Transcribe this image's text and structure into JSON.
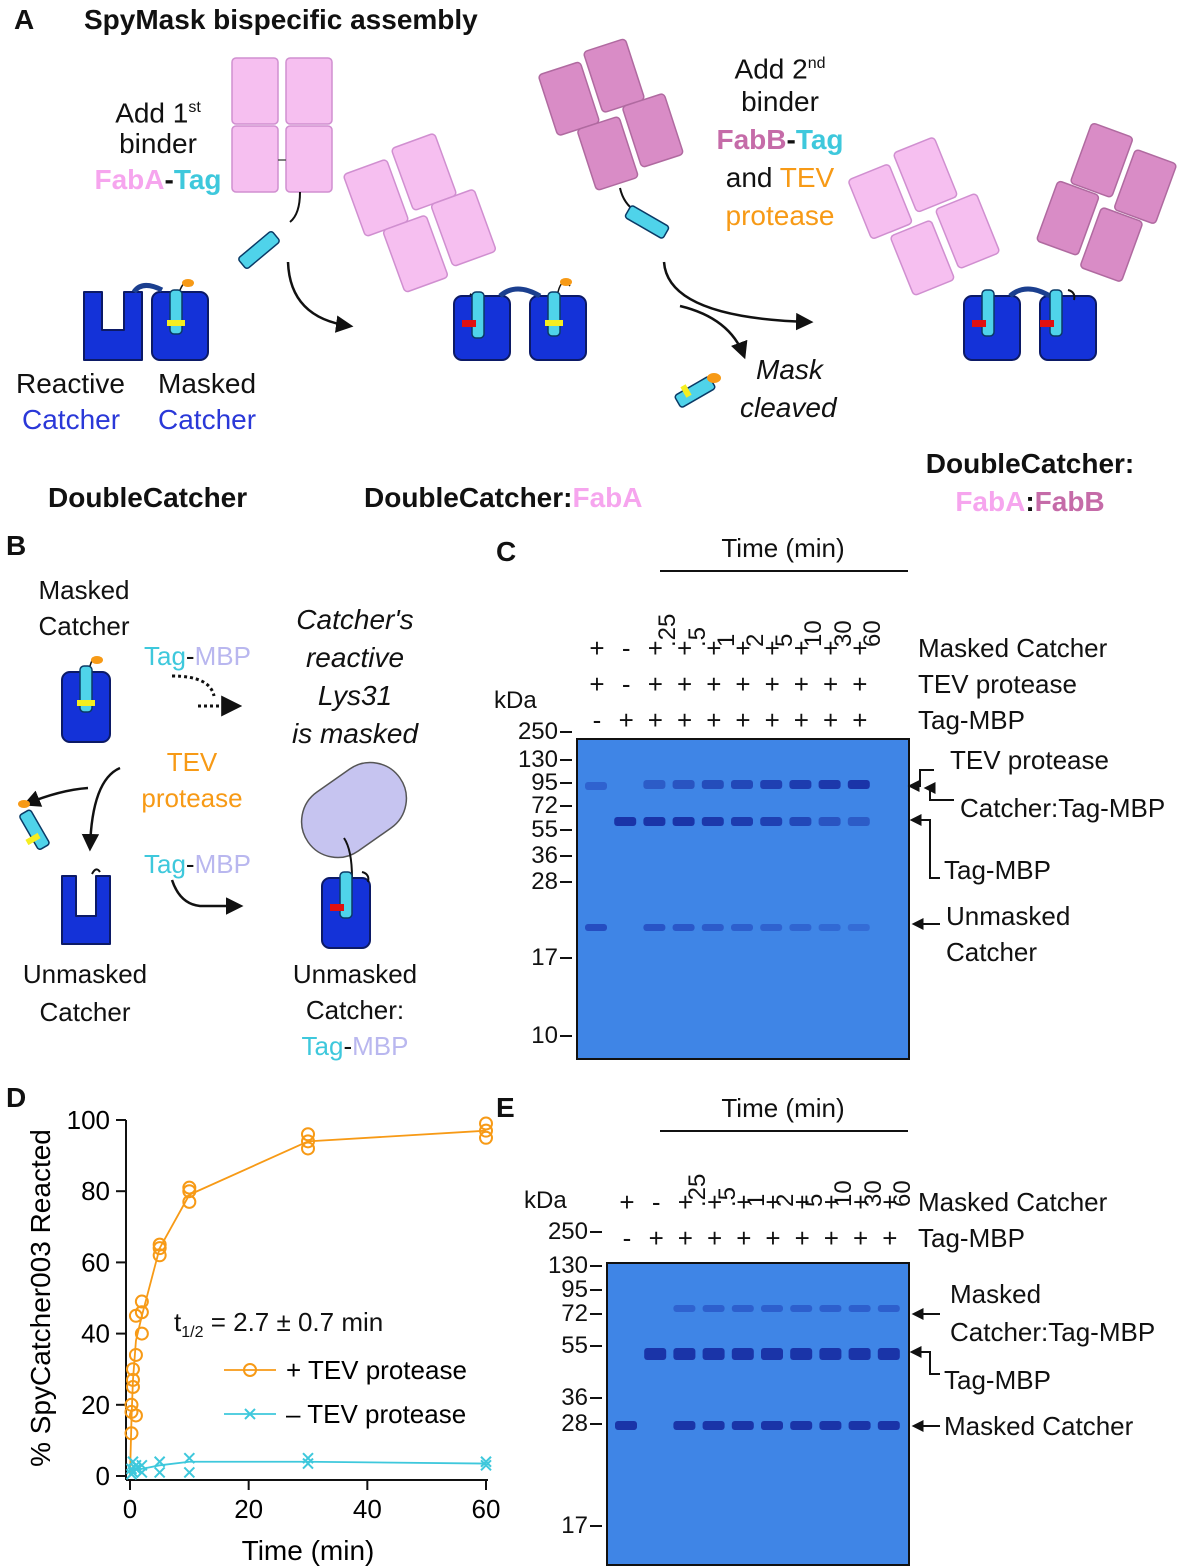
{
  "panelA": {
    "letter": "A",
    "title": "SpyMask bispecific assembly",
    "step1": {
      "l1_a": "Add 1",
      "l1_sup": "st",
      "l2": "binder",
      "fab": "FabA",
      "dash": "-",
      "tag": "Tag"
    },
    "step2": {
      "l1_a": "Add 2",
      "l1_sup": "nd",
      "l2": "binder",
      "fab": "FabB",
      "dash": "-",
      "tag": "Tag",
      "and": "and ",
      "tev1": "TEV",
      "tev2": "protease"
    },
    "reactive": "Reactive",
    "masked": "Masked",
    "catcher": "Catcher",
    "mask_cleaved_1": "Mask",
    "mask_cleaved_2": "cleaved",
    "dc": "DoubleCatcher",
    "dc_faba_prefix": "DoubleCatcher:",
    "dc_faba_fab": "FabA",
    "dc_final_1": "DoubleCatcher:",
    "dc_final_fa": "FabA",
    "dc_final_colon": ":",
    "dc_final_fb": "FabB"
  },
  "panelB": {
    "letter": "B",
    "masked1": "Masked",
    "masked2": "Catcher",
    "tag": "Tag",
    "dash": "-",
    "mbp": "MBP",
    "reactive1": "Catcher's",
    "reactive2": "reactive",
    "reactive3": "Lys31",
    "reactive4": "is masked",
    "tev1": "TEV",
    "tev2": "protease",
    "unmasked1": "Unmasked",
    "unmasked2": "Catcher",
    "um_complex1": "Unmasked",
    "um_complex2": "Catcher:"
  },
  "panelC": {
    "letter": "C",
    "time_label": "Time (min)",
    "times": [
      ".25",
      ".5",
      "1",
      "2",
      "5",
      "10",
      "30",
      "60"
    ],
    "row_labels": [
      "Masked Catcher",
      "TEV protease",
      "Tag-MBP"
    ],
    "signs": [
      [
        "+",
        "-",
        "+",
        "+",
        "+",
        "+",
        "+",
        "+",
        "+",
        "+"
      ],
      [
        "+",
        "-",
        "+",
        "+",
        "+",
        "+",
        "+",
        "+",
        "+",
        "+"
      ],
      [
        "-",
        "+",
        "+",
        "+",
        "+",
        "+",
        "+",
        "+",
        "+",
        "+"
      ]
    ],
    "kda": "kDa",
    "markers": [
      "250",
      "130",
      "95",
      "72",
      "55",
      "36",
      "28",
      "17",
      "10"
    ],
    "bands": [
      "TEV protease",
      "Catcher:Tag-MBP",
      "Tag-MBP",
      "Unmasked",
      "Catcher"
    ]
  },
  "panelD": {
    "letter": "D",
    "annotation_a": "t",
    "annotation_sub": "1/2",
    "annotation_b": " = 2.7 ± 0.7 min"
  },
  "panelE": {
    "letter": "E",
    "time_label": "Time (min)",
    "times": [
      ".25",
      ".5",
      "1",
      "2",
      "5",
      "10",
      "30",
      "60"
    ],
    "row_labels": [
      "Masked Catcher",
      "Tag-MBP"
    ],
    "signs": [
      [
        "+",
        "-",
        "+",
        "+",
        "+",
        "+",
        "+",
        "+",
        "+",
        "+"
      ],
      [
        "-",
        "+",
        "+",
        "+",
        "+",
        "+",
        "+",
        "+",
        "+",
        "+"
      ]
    ],
    "kda": "kDa",
    "markers": [
      "250",
      "130",
      "95",
      "72",
      "55",
      "36",
      "28",
      "17"
    ],
    "bands": [
      "Masked",
      "Catcher:Tag-MBP",
      "Tag-MBP",
      "Masked Catcher"
    ]
  },
  "chart_data": {
    "type": "scatter",
    "xlabel": "Time (min)",
    "ylabel": "% SpyCatcher003 Reacted",
    "xlim": [
      0,
      60
    ],
    "ylim": [
      0,
      100
    ],
    "xticks": [
      0,
      20,
      40,
      60
    ],
    "yticks": [
      0,
      20,
      40,
      60,
      80,
      100
    ],
    "legend_position": "bottom-right",
    "series": [
      {
        "name": "+ TEV protease",
        "color": "#f79a16",
        "marker": "circle",
        "x": [
          0.25,
          0.5,
          1,
          2,
          5,
          10,
          30,
          60
        ],
        "mean": [
          16,
          27,
          38,
          45,
          64,
          79,
          94,
          97
        ],
        "points": [
          [
            0.25,
            12
          ],
          [
            0.25,
            18
          ],
          [
            0.25,
            20
          ],
          [
            0.5,
            25
          ],
          [
            0.5,
            27
          ],
          [
            0.5,
            30
          ],
          [
            1,
            34
          ],
          [
            1,
            45
          ],
          [
            1,
            17
          ],
          [
            2,
            40
          ],
          [
            2,
            46
          ],
          [
            2,
            49
          ],
          [
            5,
            62
          ],
          [
            5,
            64
          ],
          [
            5,
            65
          ],
          [
            10,
            77
          ],
          [
            10,
            80
          ],
          [
            10,
            81
          ],
          [
            30,
            92
          ],
          [
            30,
            94
          ],
          [
            30,
            96
          ],
          [
            60,
            95
          ],
          [
            60,
            97
          ],
          [
            60,
            99
          ]
        ]
      },
      {
        "name": "– TEV protease",
        "color": "#3ec8dc",
        "marker": "x",
        "x": [
          0.25,
          0.5,
          1,
          2,
          5,
          10,
          30,
          60
        ],
        "mean": [
          1,
          2,
          2,
          2,
          3,
          4,
          4,
          3.5
        ],
        "points": [
          [
            0.25,
            0.5
          ],
          [
            0.25,
            2
          ],
          [
            0.5,
            1
          ],
          [
            0.5,
            4
          ],
          [
            1,
            2
          ],
          [
            1,
            3
          ],
          [
            2,
            1
          ],
          [
            2,
            3
          ],
          [
            5,
            1
          ],
          [
            5,
            4
          ],
          [
            10,
            1
          ],
          [
            10,
            5
          ],
          [
            30,
            3.5
          ],
          [
            30,
            5
          ],
          [
            60,
            3
          ],
          [
            60,
            4
          ]
        ]
      }
    ]
  }
}
